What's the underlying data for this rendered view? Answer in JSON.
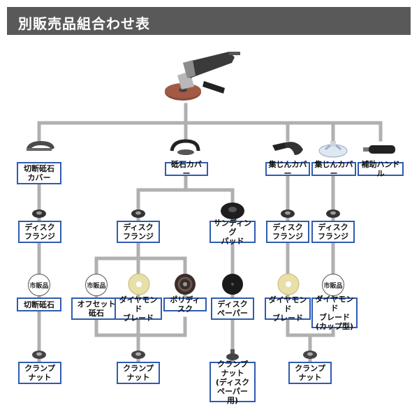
{
  "header": {
    "title": "別販売品組合わせ表"
  },
  "icons": {
    "grinder": "angle-grinder-icon",
    "cut_cover": "cutting-wheel-cover-icon",
    "grind_cover": "grinding-wheel-cover-icon",
    "dust_cover": "dust-collection-cover-icon",
    "dust_cover_clear": "clear-dust-collection-cover-icon",
    "handle": "auxiliary-handle-icon",
    "flange": "disc-flange-icon",
    "sanding_pad": "sanding-pad-icon",
    "disc_paper": "disc-paper-icon",
    "diamond_blade": "diamond-blade-icon",
    "poly_disc": "poly-disc-icon",
    "clamp_nut": "clamp-nut-icon"
  },
  "labels": {
    "cut_cover": "切断砥石\nカバー",
    "grind_cover": "砥石カバー",
    "dust_cover_1": "集じんカバー",
    "dust_cover_2": "集じんカバー",
    "aux_handle": "補助ハンドル",
    "flange_1": "ディスク\nフランジ",
    "flange_2": "ディスク\nフランジ",
    "sanding_pad": "サンディング\nパッド",
    "flange_3": "ディスク\nフランジ",
    "flange_4": "ディスク\nフランジ",
    "cut_wheel": "切断砥石",
    "offset_wheel": "オフセット\n砥石",
    "diamond_blade_1": "ダイヤモンド\nブレード",
    "poly_disc": "ポリディスク",
    "disc_paper": "ディスク\nペーパー",
    "diamond_blade_2": "ダイヤモンド\nブレード",
    "diamond_blade_cup": "ダイヤモンド\nブレード\n(カップ型)",
    "clamp_nut_1": "クランプ\nナット",
    "clamp_nut_2": "クランプ\nナット",
    "clamp_nut_paper": "クランプ\nナット\n(ディスク\nペーパー用)",
    "clamp_nut_3": "クランプ\nナット"
  },
  "market_badge": {
    "b1": "市販品",
    "b2": "市販品",
    "b3": "市販品"
  },
  "colors": {
    "line": "#b0b0b0",
    "border": "#2f5bb0",
    "header_bg": "#595959"
  }
}
